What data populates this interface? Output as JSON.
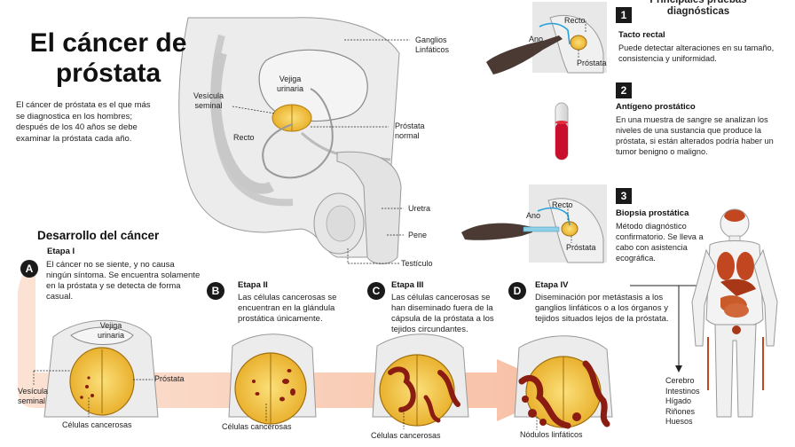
{
  "title": "El cáncer de próstata",
  "intro": "El cáncer de próstata es el que más se diagnostica en los hombres; después de los 40 años se debe examinar la próstata cada año.",
  "anatomy": {
    "labels": {
      "ganglios": "Ganglios Linfáticos",
      "vesicula": "Vesícula seminal",
      "vejiga": "Vejiga urinaria",
      "recto": "Recto",
      "prostata": "Próstata normal",
      "uretra": "Uretra",
      "pene": "Pene",
      "testiculo": "Testículo"
    }
  },
  "development": {
    "title": "Desarrollo del cáncer",
    "stages": [
      {
        "letter": "A",
        "name": "Etapa I",
        "text": "El cáncer no se siente, y no causa ningún síntoma. Se encuentra solamente en la próstata y se detecta de forma casual."
      },
      {
        "letter": "B",
        "name": "Etapa II",
        "text": "Las células cancerosas se encuentran en la glándula prostática únicamente."
      },
      {
        "letter": "C",
        "name": "Etapa III",
        "text": "Las células cancerosas se han diseminado fuera de la cápsula de la próstata a los tejidos circundantes."
      },
      {
        "letter": "D",
        "name": "Etapa IV",
        "text": "Diseminación por metástasis a los ganglios linfáticos o a los órganos y tejidos situados lejos de la próstata."
      }
    ],
    "labels": {
      "vejiga": "Vejiga urinaria",
      "prostata": "Próstata",
      "vesicula": "Vesícula seminal",
      "celulas1": "Células cancerosas",
      "celulas2": "Células cancerosas",
      "celulas3": "Células cancerosas",
      "nodulos": "Nódulos linfáticos"
    }
  },
  "tests": {
    "title": "Principales pruebas diagnósticas",
    "items": [
      {
        "num": "1",
        "name": "Tacto rectal",
        "text": "Puede detectar alteraciones en su tamaño, consistencia y uniformidad."
      },
      {
        "num": "2",
        "name": "Antígeno prostático",
        "text": "En una muestra de sangre se analizan los niveles de una sustancia que produce la próstata, si están alterados podría haber un tumor benigno o maligno."
      },
      {
        "num": "3",
        "name": "Biopsia prostática",
        "text": "Método diagnóstico confirmatorio. Se lleva a cabo con asistencia ecográfica."
      }
    ],
    "labels": {
      "recto1": "Recto",
      "ano1": "Ano",
      "prostata1": "Próstata",
      "recto2": "Recto",
      "ano2": "Ano",
      "prostata2": "Próstata"
    }
  },
  "metastasis_organs": [
    "Cerebro",
    "Intestinos",
    "Hígado",
    "Riñones",
    "Huesos"
  ],
  "colors": {
    "prostate": "#f2c12e",
    "cancer": "#8a1c12",
    "arrow": "#f5b89a",
    "skin": "#e8e8e8"
  }
}
